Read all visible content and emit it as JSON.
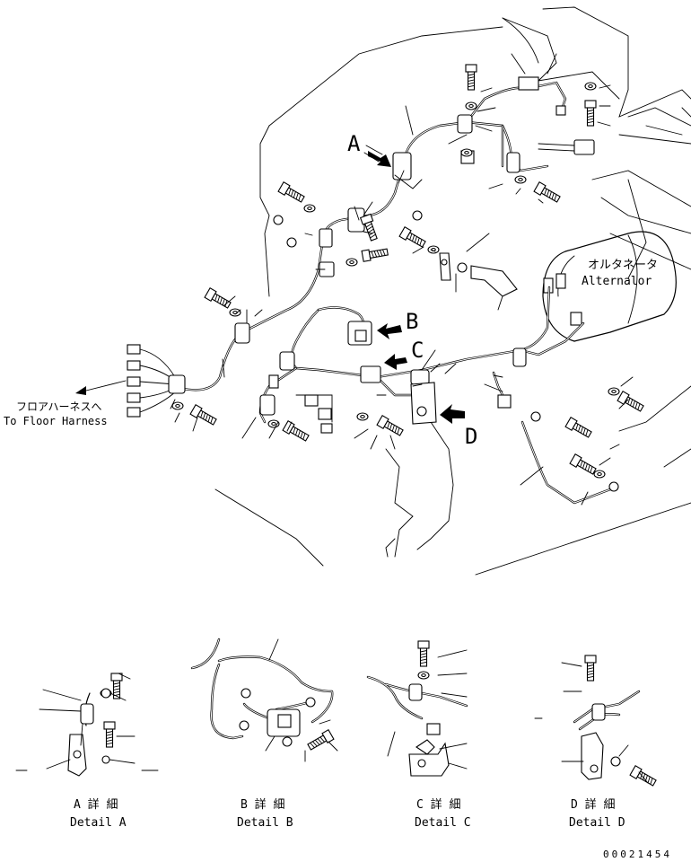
{
  "diagram": {
    "view_letters": {
      "a": "A",
      "b": "B",
      "c": "C",
      "d": "D"
    },
    "alternator": {
      "label_jp": "オルタネータ",
      "label_en": "Alternalor"
    },
    "floor_harness": {
      "label_jp": "フロアハーネスへ",
      "label_en": "To Floor Harness"
    },
    "details": [
      {
        "id": "a",
        "label_jp": "A 詳 細",
        "label_en": "Detail A"
      },
      {
        "id": "b",
        "label_jp": "B 詳 細",
        "label_en": "Detail B"
      },
      {
        "id": "c",
        "label_jp": "C 詳 細",
        "label_en": "Detail C"
      },
      {
        "id": "d",
        "label_jp": "D 詳 細",
        "label_en": "Detail D"
      }
    ],
    "drawing_number": "00021454"
  }
}
